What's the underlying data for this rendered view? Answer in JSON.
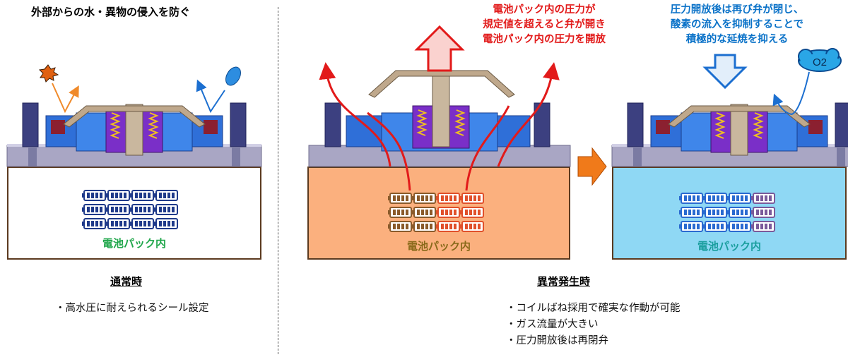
{
  "left": {
    "title": "外部からの水・異物の侵入を防ぐ",
    "pack_label": "電池パック内",
    "caption": "通常時",
    "bullets": [
      "・高水圧に耐えられるシール設定"
    ]
  },
  "middle": {
    "note_lines": [
      "電池パック内の圧力が",
      "規定値を超えると弁が開き",
      "電池パック内の圧力を開放"
    ],
    "pack_label": "電池パック内"
  },
  "right": {
    "note_lines": [
      "圧力開放後は再び弁が閉じ、",
      "酸素の流入を抑制することで",
      "積極的な延焼を抑える"
    ],
    "pack_label": "電池パック内",
    "cloud_label": "O2"
  },
  "abnormal": {
    "caption": "異常発生時",
    "bullets": [
      "・コイルばね採用で確実な作動が可能",
      "・ガス流量が大きい",
      "・圧力開放後は再閉弁"
    ]
  },
  "colors": {
    "valve_blue": "#2f6fd8",
    "spring_purple": "#7a2fc8",
    "cap_tan": "#bfa88c",
    "pack_border": "#5b3a1f",
    "pack_orange": "#fbb07e",
    "pack_cyan": "#8fd8f4",
    "gas_red": "#e21a1a",
    "note_blue": "#0a72c8",
    "label_green": "#1fa64a"
  }
}
